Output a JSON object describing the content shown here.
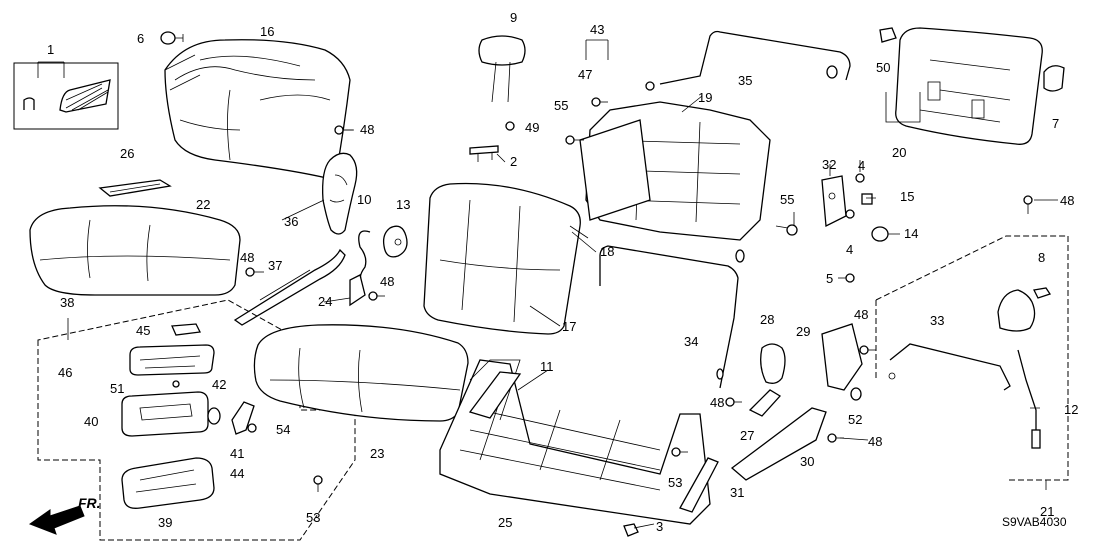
{
  "diagram": {
    "code": "S9VAB4030",
    "direction_label": "FR.",
    "callouts": [
      {
        "id": "c1",
        "text": "1"
      },
      {
        "id": "c2",
        "text": "2"
      },
      {
        "id": "c3",
        "text": "3"
      },
      {
        "id": "c4a",
        "text": "4"
      },
      {
        "id": "c4b",
        "text": "4"
      },
      {
        "id": "c5",
        "text": "5"
      },
      {
        "id": "c6",
        "text": "6"
      },
      {
        "id": "c7",
        "text": "7"
      },
      {
        "id": "c8",
        "text": "8"
      },
      {
        "id": "c9",
        "text": "9"
      },
      {
        "id": "c10",
        "text": "10"
      },
      {
        "id": "c11",
        "text": "11"
      },
      {
        "id": "c12",
        "text": "12"
      },
      {
        "id": "c13",
        "text": "13"
      },
      {
        "id": "c14",
        "text": "14"
      },
      {
        "id": "c15",
        "text": "15"
      },
      {
        "id": "c16",
        "text": "16"
      },
      {
        "id": "c17",
        "text": "17"
      },
      {
        "id": "c18",
        "text": "18"
      },
      {
        "id": "c19",
        "text": "19"
      },
      {
        "id": "c20",
        "text": "20"
      },
      {
        "id": "c21",
        "text": "21"
      },
      {
        "id": "c22",
        "text": "22"
      },
      {
        "id": "c23",
        "text": "23"
      },
      {
        "id": "c24",
        "text": "24"
      },
      {
        "id": "c25",
        "text": "25"
      },
      {
        "id": "c26",
        "text": "26"
      },
      {
        "id": "c27",
        "text": "27"
      },
      {
        "id": "c28",
        "text": "28"
      },
      {
        "id": "c29",
        "text": "29"
      },
      {
        "id": "c30",
        "text": "30"
      },
      {
        "id": "c31",
        "text": "31"
      },
      {
        "id": "c32",
        "text": "32"
      },
      {
        "id": "c33",
        "text": "33"
      },
      {
        "id": "c34",
        "text": "34"
      },
      {
        "id": "c35",
        "text": "35"
      },
      {
        "id": "c36",
        "text": "36"
      },
      {
        "id": "c37",
        "text": "37"
      },
      {
        "id": "c38",
        "text": "38"
      },
      {
        "id": "c39",
        "text": "39"
      },
      {
        "id": "c40",
        "text": "40"
      },
      {
        "id": "c41",
        "text": "41"
      },
      {
        "id": "c42",
        "text": "42"
      },
      {
        "id": "c43",
        "text": "43"
      },
      {
        "id": "c44",
        "text": "44"
      },
      {
        "id": "c45",
        "text": "45"
      },
      {
        "id": "c46",
        "text": "46"
      },
      {
        "id": "c47",
        "text": "47"
      },
      {
        "id": "c48a",
        "text": "48"
      },
      {
        "id": "c48b",
        "text": "48"
      },
      {
        "id": "c48c",
        "text": "48"
      },
      {
        "id": "c48d",
        "text": "48"
      },
      {
        "id": "c48e",
        "text": "48"
      },
      {
        "id": "c48f",
        "text": "48"
      },
      {
        "id": "c48g",
        "text": "48"
      },
      {
        "id": "c49",
        "text": "49"
      },
      {
        "id": "c50",
        "text": "50"
      },
      {
        "id": "c51",
        "text": "51"
      },
      {
        "id": "c52",
        "text": "52"
      },
      {
        "id": "c53a",
        "text": "53"
      },
      {
        "id": "c53b",
        "text": "53"
      },
      {
        "id": "c54",
        "text": "54"
      },
      {
        "id": "c55a",
        "text": "55"
      },
      {
        "id": "c55b",
        "text": "55"
      }
    ]
  }
}
